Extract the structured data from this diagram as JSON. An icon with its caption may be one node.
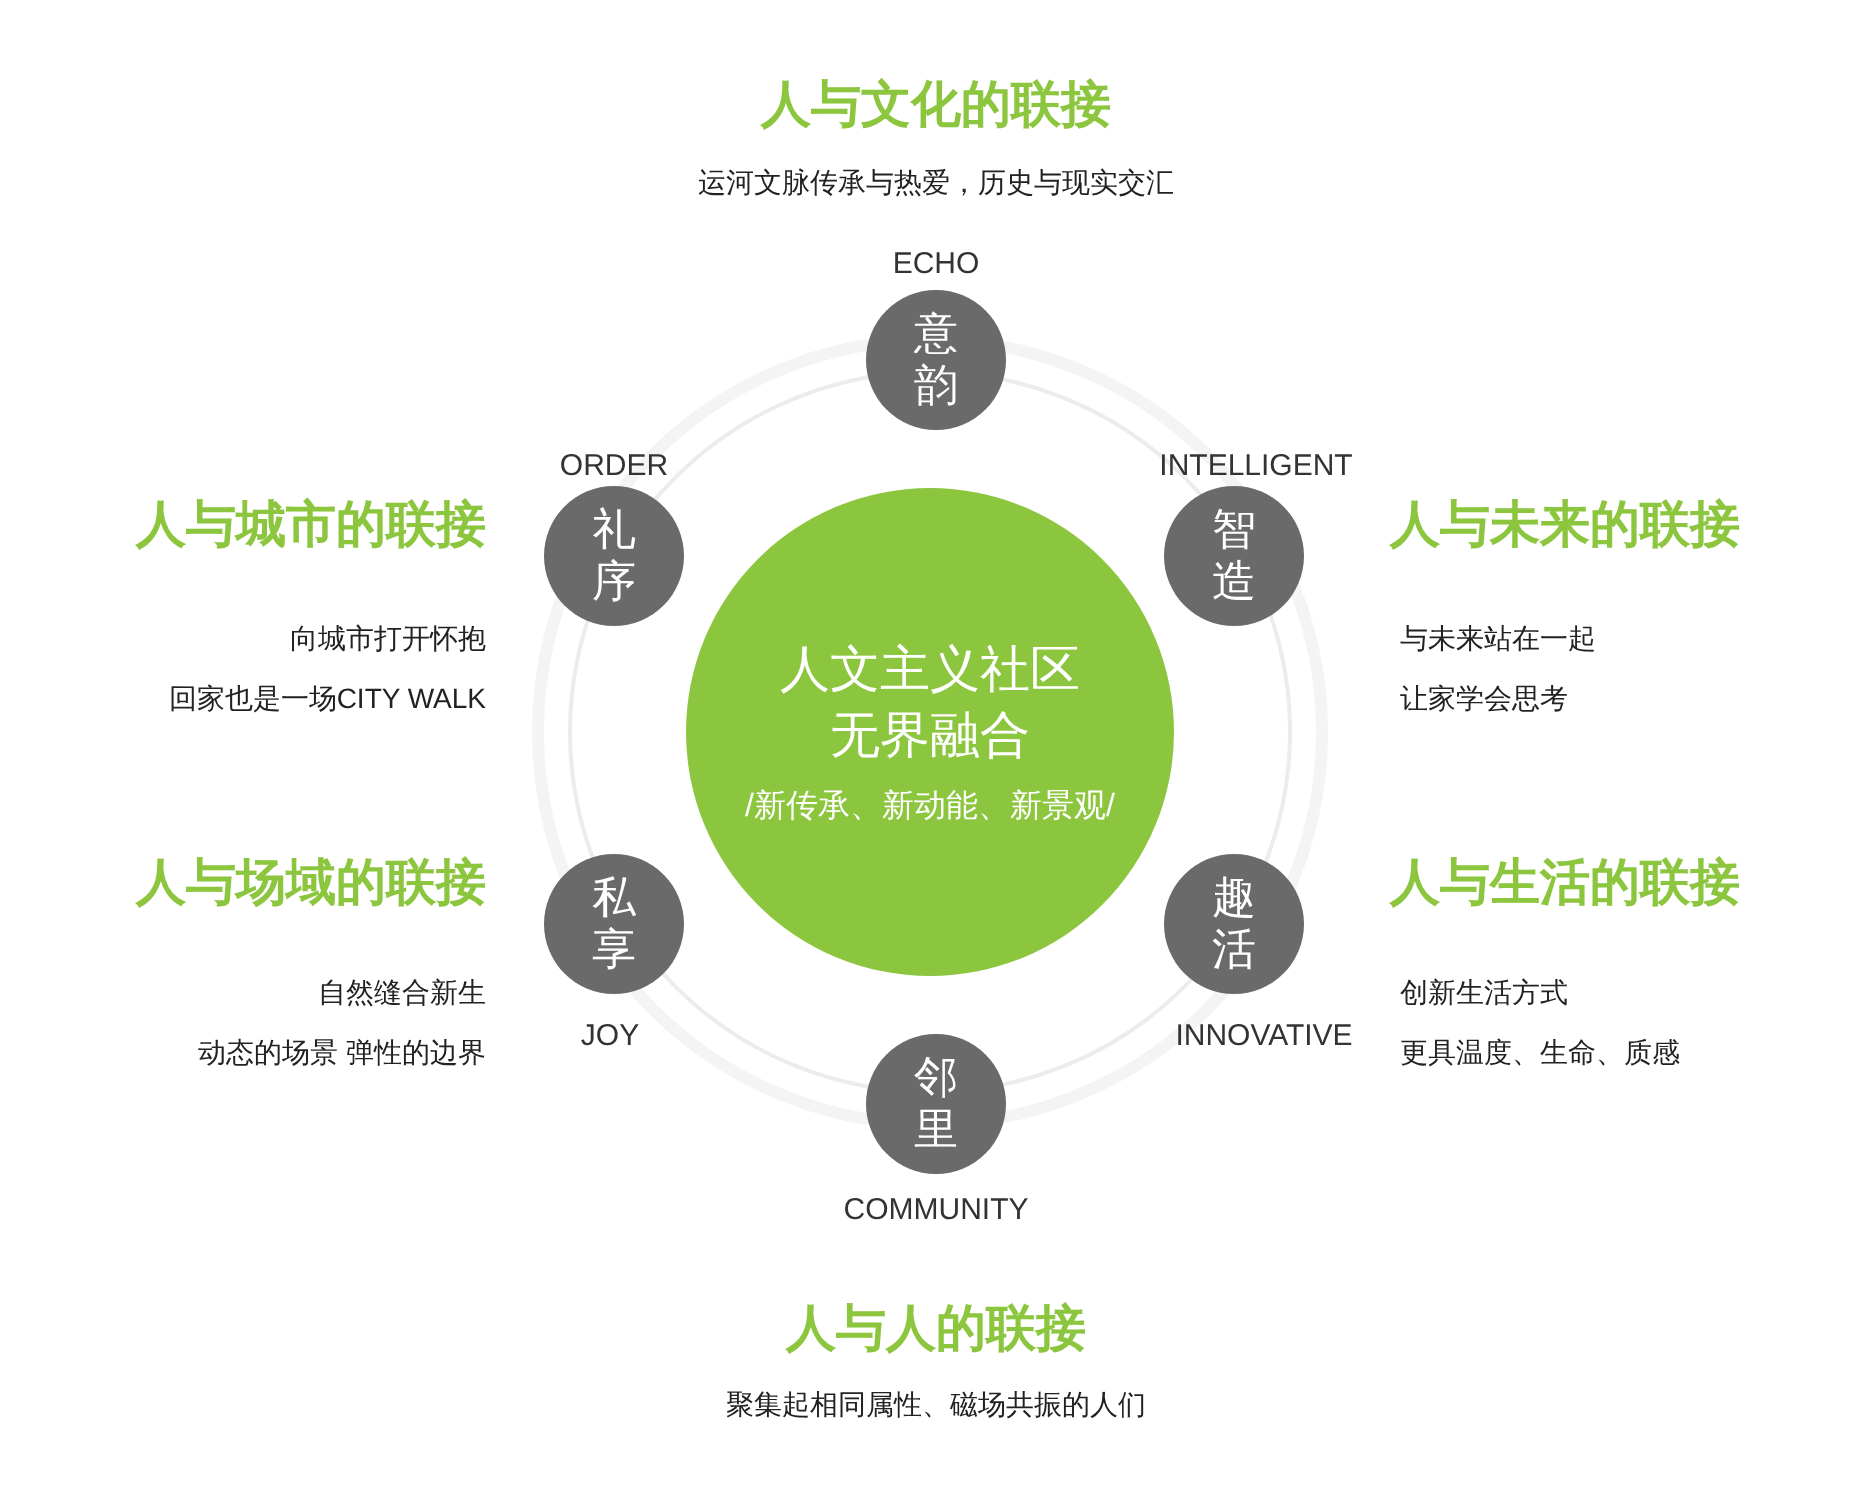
{
  "diagram": {
    "nodes": [
      {
        "text": [
          "人文主义社区无界融合",
          "/新传承、新动能、新景观/"
        ]
      },
      {
        "text": [
          "意韵"
        ],
        "beside": [
          "ECHO"
        ]
      },
      {
        "text": [
          "智造"
        ],
        "beside": [
          "INTELLIGENT"
        ]
      },
      {
        "text": [
          "趣活"
        ],
        "beside": [
          "INNOVATIVE"
        ]
      },
      {
        "text": [
          "邻里"
        ],
        "beside": [
          "COMMUNITY"
        ]
      },
      {
        "text": [
          "私享"
        ],
        "beside": [
          "JOY"
        ]
      },
      {
        "text": [
          "礼序"
        ],
        "beside": [
          "ORDER"
        ]
      }
    ],
    "edges": [],
    "labels": [
      "人与文化的联接",
      "运河文脉传承与热爱，历史与现实交汇",
      "人与城市的联接",
      "向城市打开怀抱",
      "回家也是一场CITY WALK",
      "人与未来的联接",
      "与未来站在一起",
      "让家学会思考",
      "人与场域的联接",
      "自然缝合新生",
      "动态的场景 弹性的边界",
      "人与生活的联接",
      "创新生活方式",
      "更具温度、生命、质感",
      "人与人的联接",
      "聚集起相同属性、磁场共振的人们"
    ]
  }
}
